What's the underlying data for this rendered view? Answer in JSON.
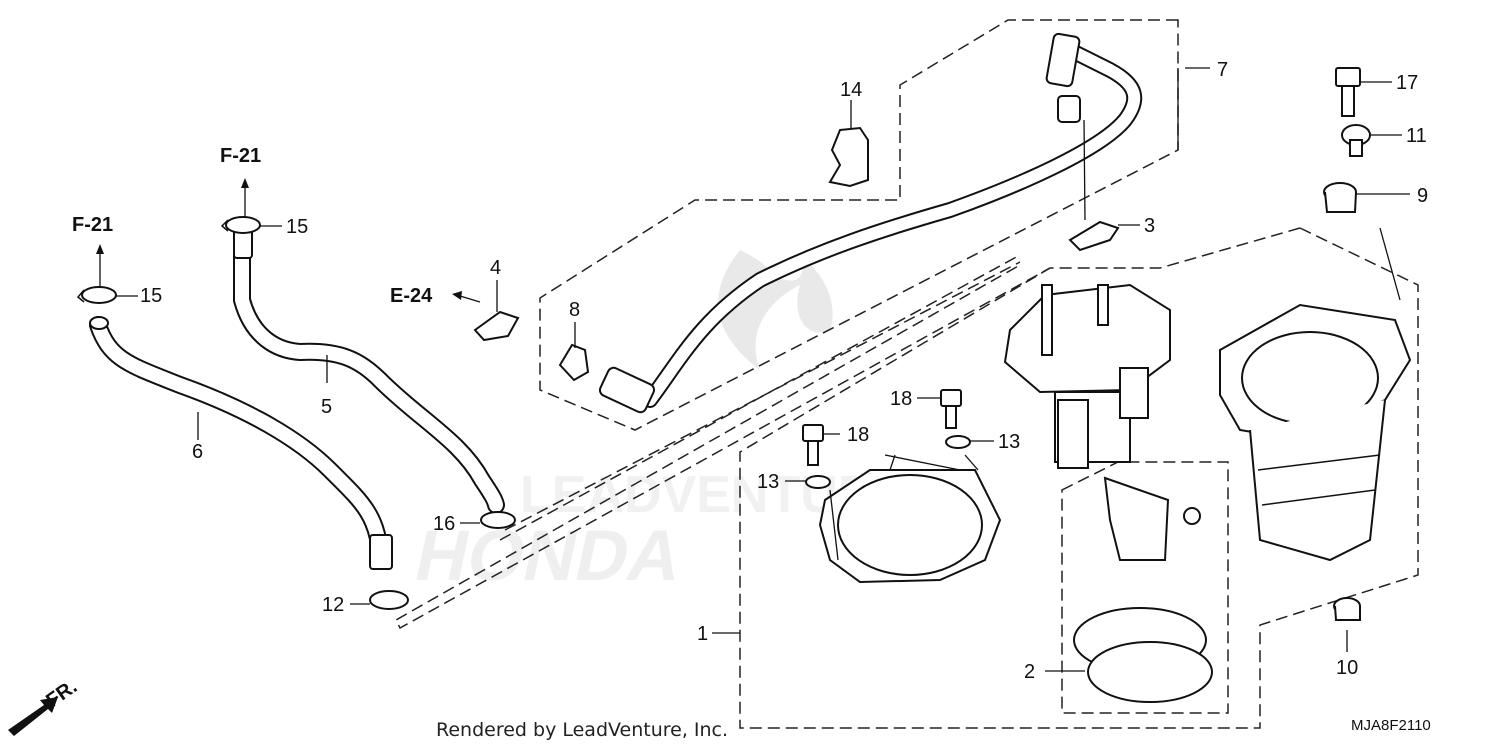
{
  "callouts": {
    "c1": "1",
    "c2": "2",
    "c3": "3",
    "c4": "4",
    "c5": "5",
    "c6": "6",
    "c7": "7",
    "c8": "8",
    "c9": "9",
    "c10": "10",
    "c11": "11",
    "c12": "12",
    "c13a": "13",
    "c13b": "13",
    "c14": "14",
    "c15a": "15",
    "c15b": "15",
    "c16": "16",
    "c17": "17",
    "c18a": "18",
    "c18b": "18"
  },
  "refs": {
    "f21_left": "F-21",
    "f21_right": "F-21",
    "e24": "E-24",
    "fr": "FR."
  },
  "footer": {
    "credit": "Rendered by LeadVenture, Inc.",
    "code": "MJA8F2110"
  },
  "watermark": {
    "brand": "LEADVENTURE",
    "make": "HONDA"
  }
}
